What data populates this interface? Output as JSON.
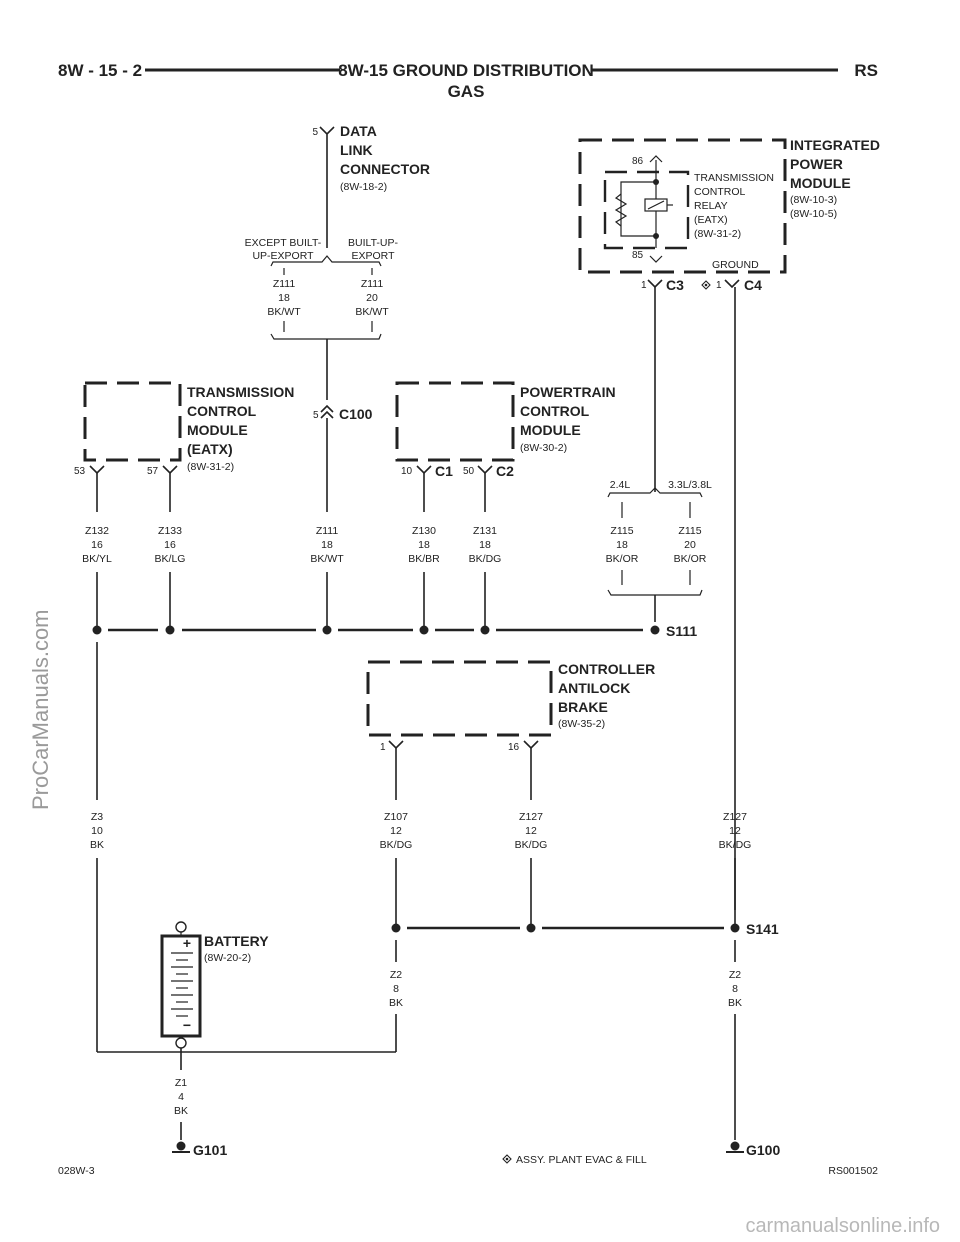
{
  "header": {
    "left": "8W - 15 - 2",
    "title": "8W-15 GROUND DISTRIBUTION",
    "subtitle": "GAS",
    "right": "RS"
  },
  "dlc": {
    "name": [
      "DATA",
      "LINK",
      "CONNECTOR"
    ],
    "ref": "(8W-18-2)",
    "pin": "5"
  },
  "branch": {
    "left": [
      "EXCEPT BUILT-",
      "UP-EXPORT"
    ],
    "right": [
      "BUILT-UP-",
      "EXPORT"
    ]
  },
  "ipm": {
    "name": [
      "INTEGRATED",
      "POWER",
      "MODULE"
    ],
    "refs": [
      "(8W-10-3)",
      "(8W-10-5)"
    ],
    "relay": [
      "TRANSMISSION",
      "CONTROL",
      "RELAY",
      "(EATX)",
      "(8W-31-2)"
    ],
    "pin86": "86",
    "pin85": "85",
    "ground": "GROUND",
    "c3_pin": "1",
    "c3": "C3",
    "c4_pin": "1",
    "c4": "C4"
  },
  "tcm": {
    "name": [
      "TRANSMISSION",
      "CONTROL",
      "MODULE",
      "(EATX)"
    ],
    "ref": "(8W-31-2)",
    "pin_a": "53",
    "pin_b": "57"
  },
  "c100": {
    "pin": "5",
    "label": "C100"
  },
  "pcm": {
    "name": [
      "POWERTRAIN",
      "CONTROL",
      "MODULE"
    ],
    "ref": "(8W-30-2)",
    "c1_pin": "10",
    "c1": "C1",
    "c2_pin": "50",
    "c2": "C2"
  },
  "engine": {
    "left": "2.4L",
    "right": "3.3L/3.8L"
  },
  "wires": {
    "dlc_left": [
      "Z111",
      "18",
      "BK/WT"
    ],
    "dlc_right": [
      "Z111",
      "20",
      "BK/WT"
    ],
    "z132": [
      "Z132",
      "16",
      "BK/YL"
    ],
    "z133": [
      "Z133",
      "16",
      "BK/LG"
    ],
    "z111": [
      "Z111",
      "18",
      "BK/WT"
    ],
    "z130": [
      "Z130",
      "18",
      "BK/BR"
    ],
    "z131": [
      "Z131",
      "18",
      "BK/DG"
    ],
    "z115a": [
      "Z115",
      "18",
      "BK/OR"
    ],
    "z115b": [
      "Z115",
      "20",
      "BK/OR"
    ],
    "z3": [
      "Z3",
      "10",
      "BK"
    ],
    "z107": [
      "Z107",
      "12",
      "BK/DG"
    ],
    "z127a": [
      "Z127",
      "12",
      "BK/DG"
    ],
    "z127b": [
      "Z127",
      "12",
      "BK/DG"
    ],
    "z2a": [
      "Z2",
      "8",
      "BK"
    ],
    "z2b": [
      "Z2",
      "8",
      "BK"
    ],
    "z1": [
      "Z1",
      "4",
      "BK"
    ]
  },
  "splices": {
    "s111": "S111",
    "s141": "S141"
  },
  "cab": {
    "name": [
      "CONTROLLER",
      "ANTILOCK",
      "BRAKE"
    ],
    "ref": "(8W-35-2)",
    "pin_a": "1",
    "pin_b": "16"
  },
  "battery": {
    "name": "BATTERY",
    "ref": "(8W-20-2)",
    "plus": "+",
    "minus": "−"
  },
  "grounds": {
    "g101": "G101",
    "g100": "G100"
  },
  "footer": {
    "left": "028W-3",
    "note": "ASSY. PLANT EVAC & FILL",
    "right": "RS001502"
  },
  "watermarks": {
    "side": "ProCarManuals.com",
    "bottom": "carmanualsonline.info"
  }
}
